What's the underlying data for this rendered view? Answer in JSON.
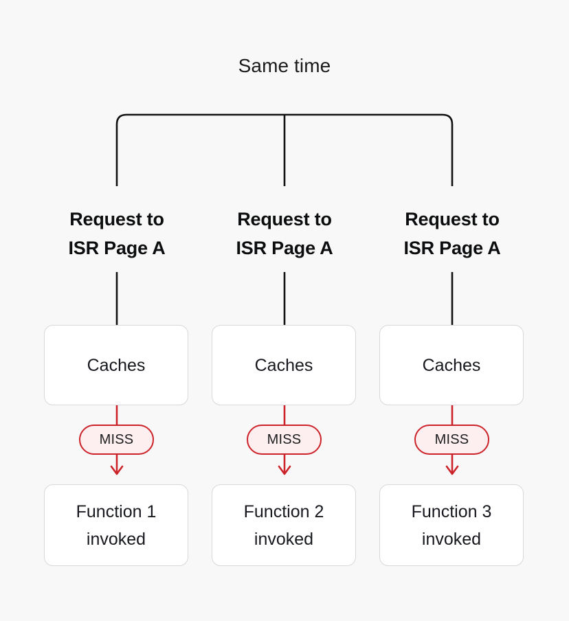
{
  "diagram": {
    "title": "Same time",
    "background_color": "#f8f8f8",
    "accent_color": "#cc2229",
    "badge_fill_color": "#fdeeef",
    "box_border_color": "#d6d8da",
    "box_fill_color": "#ffffff",
    "connector_color": "#111111",
    "type": "flow-diagram",
    "columns": [
      {
        "request_line1": "Request to",
        "request_line2": "ISR Page A",
        "cache_label": "Caches",
        "badge_label": "MISS",
        "function_line1": "Function 1",
        "function_line2": "invoked"
      },
      {
        "request_line1": "Request to",
        "request_line2": "ISR Page A",
        "cache_label": "Caches",
        "badge_label": "MISS",
        "function_line1": "Function 2",
        "function_line2": "invoked"
      },
      {
        "request_line1": "Request to",
        "request_line2": "ISR Page A",
        "cache_label": "Caches",
        "badge_label": "MISS",
        "function_line1": "Function 3",
        "function_line2": "invoked"
      }
    ]
  }
}
